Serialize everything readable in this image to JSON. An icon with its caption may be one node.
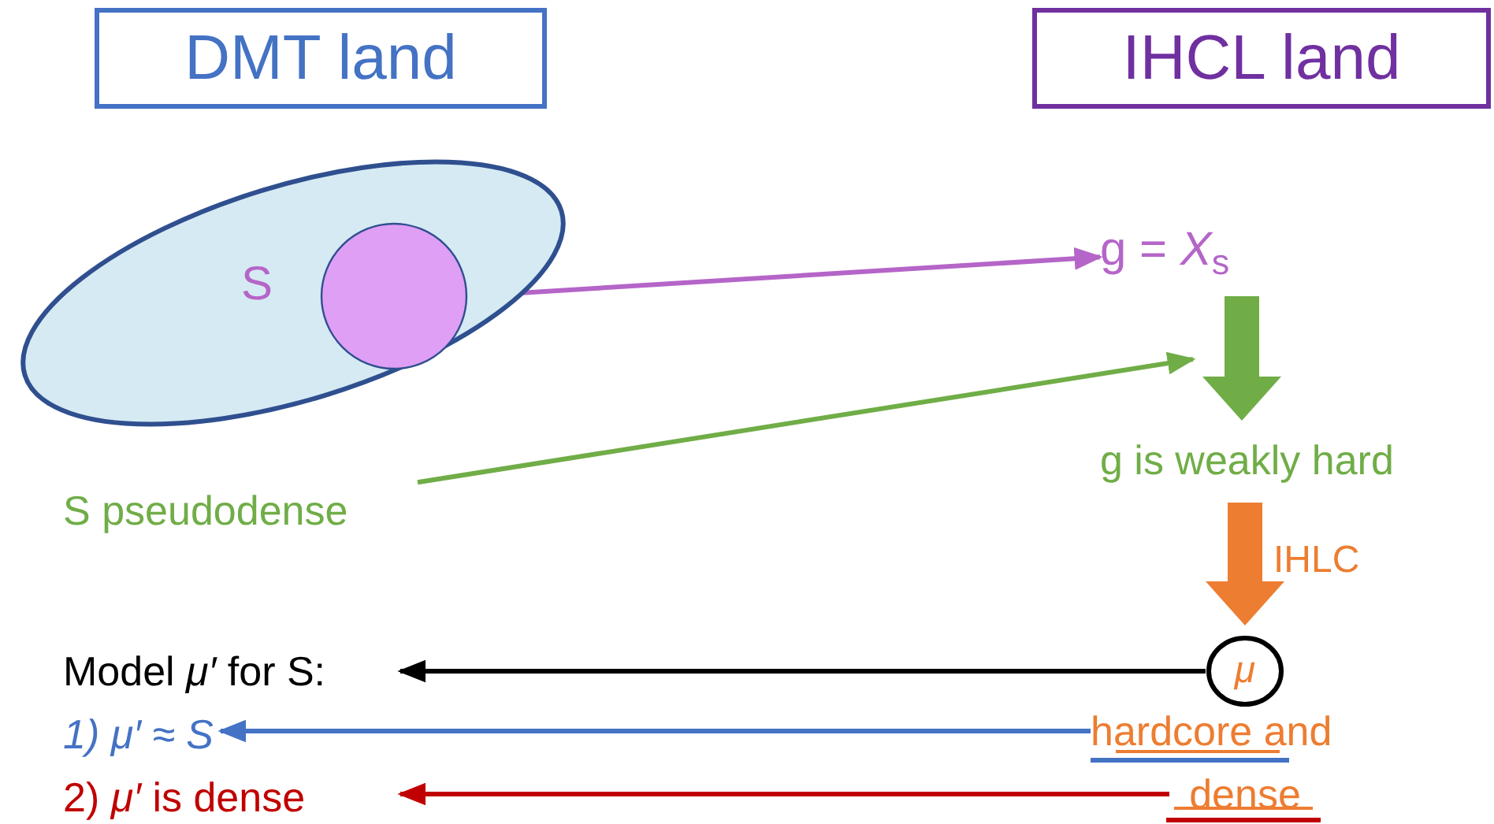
{
  "diagram": {
    "nodes": [
      {
        "text": [
          "DMT land"
        ]
      },
      {
        "text": [
          "IHCL land"
        ]
      },
      {
        "text": [
          "S"
        ]
      },
      {
        "text": [],
        "shape": "circle",
        "in": 2
      },
      {
        "text": [
          "g = *X*$_{s}$"
        ]
      },
      {
        "text": [
          "g is weakly hard"
        ]
      },
      {
        "text": [
          "S pseudodense"
        ]
      },
      {
        "text": [
          "Model *μ′* for S:"
        ]
      },
      {
        "text": [
          "μ"
        ]
      },
      {
        "text": [
          "1) μ′ ≈ S"
        ]
      },
      {
        "text": [
          "hardcore and"
        ]
      },
      {
        "text": [
          "2) *μ′* is dense"
        ]
      },
      {
        "text": [
          "dense"
        ]
      }
    ],
    "edges": [
      {
        "from": 3,
        "to": 4,
        "arrow": "to",
        "color": "#b565c8"
      },
      {
        "from": 6,
        "to": null,
        "arrow": "to",
        "color": "#70ad47"
      },
      {
        "from": 4,
        "to": 5,
        "arrow": "to",
        "style": "thick",
        "color": "#70ad47"
      },
      {
        "from": 5,
        "to": 8,
        "arrow": "to",
        "style": "thick",
        "color": "#ed7d31",
        "label": "IHLC"
      },
      {
        "from": 8,
        "to": 7,
        "arrow": "to",
        "color": "#000000"
      },
      {
        "from": 10,
        "to": 9,
        "arrow": "to",
        "color": "#4472c4"
      },
      {
        "from": 12,
        "to": 11,
        "arrow": "to",
        "color": "#c00000"
      }
    ]
  }
}
